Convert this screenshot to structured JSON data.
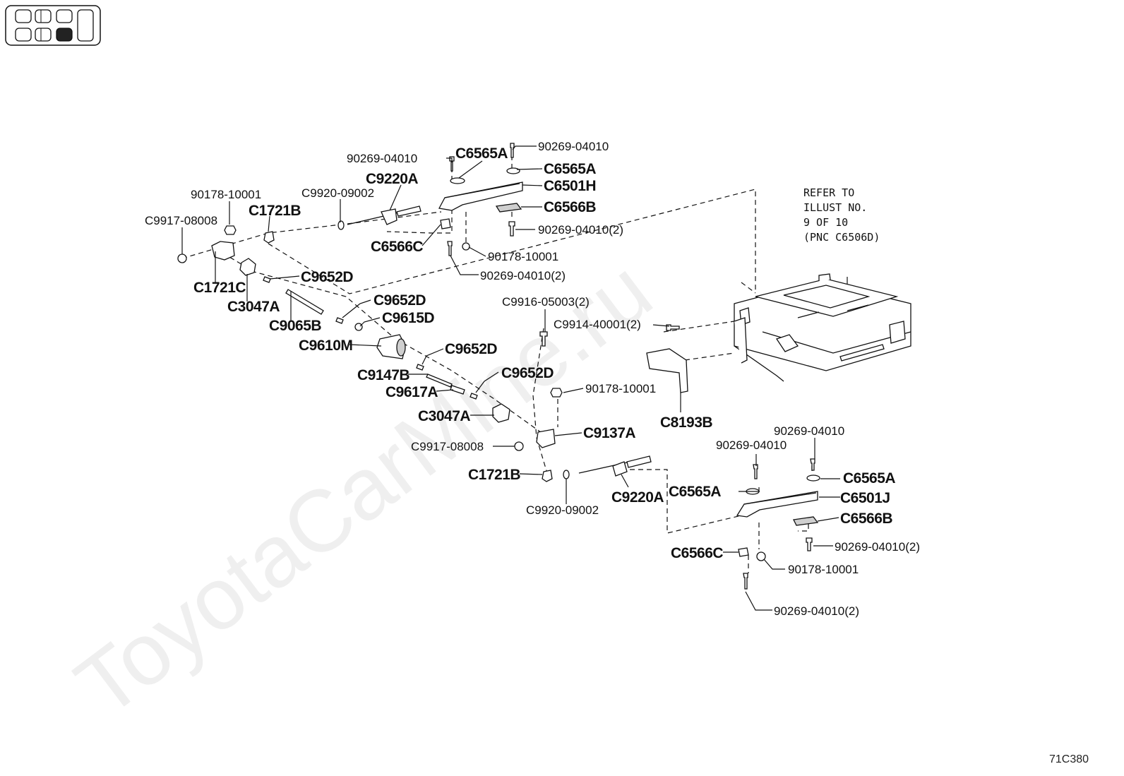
{
  "watermark": "ToyotaCarMine.ru",
  "diagram_code": "71C380",
  "refer_note": [
    "REFER TO",
    "ILLUST NO.",
    "9 OF 10",
    "(PNC C6506D)"
  ],
  "labels": {
    "l01": "90269-04010",
    "l02": "C6565A",
    "l03": "90269-04010",
    "l04": "C6565A",
    "l05": "C9220A",
    "l06": "C6501H",
    "l07": "90178-10001",
    "l08": "C9920-09002",
    "l09": "C6566B",
    "l10": "C1721B",
    "l11": "C9917-08008",
    "l12": "90269-04010(2)",
    "l13": "C6566C",
    "l14": "90178-10001",
    "l15": "C9652D",
    "l16": "90269-04010(2)",
    "l17": "C1721C",
    "l18": "C3047A",
    "l19": "C9652D",
    "l20": "C9615D",
    "l21": "C9065B",
    "l22": "C9916-05003(2)",
    "l23": "C9914-40001(2)",
    "l24": "C9610M",
    "l25": "C9652D",
    "l26": "C9147B",
    "l27": "C9652D",
    "l28": "C9617A",
    "l29": "90178-10001",
    "l30": "C3047A",
    "l31": "C8193B",
    "l32": "C9137A",
    "l33": "C9917-08008",
    "l34": "90269-04010",
    "l35": "90269-04010",
    "l36": "C1721B",
    "l37": "C6565A",
    "l38": "C9220A",
    "l39": "C6565A",
    "l40": "C6501J",
    "l41": "C9920-09002",
    "l42": "C6566B",
    "l43": "C6566C",
    "l44": "90269-04010(2)",
    "l45": "90178-10001",
    "l46": "90269-04010(2)"
  }
}
